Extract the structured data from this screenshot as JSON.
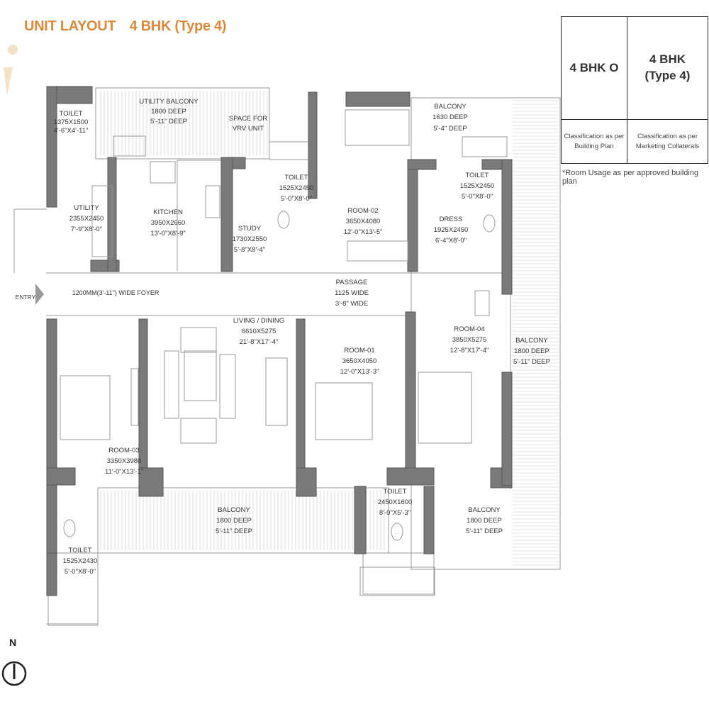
{
  "title": {
    "part1": "UNIT LAYOUT",
    "part2": "4 BHK (Type 4)"
  },
  "classification": {
    "col1_head": "4 BHK O",
    "col2_head": "4 BHK\n(Type 4)",
    "col1_sub": "Classification as per\nBuilding Plan",
    "col2_sub": "Classification as per\nMarketing Collaterals",
    "note": "*Room Usage as per approved building plan"
  },
  "labels": {
    "toilet1": [
      "TOILET",
      "1375X1500",
      "4'-6\"X4'-11\""
    ],
    "utility_balcony": [
      "UTILITY BALCONY",
      "1800 DEEP",
      "5'-11\" DEEP"
    ],
    "vrv": [
      "SPACE FOR",
      "VRV UNIT"
    ],
    "balcony_top": [
      "BALCONY",
      "1630 DEEP",
      "5'-4\" DEEP"
    ],
    "utility": [
      "UTILITY",
      "2355X2450",
      "7'-9\"X8'-0\""
    ],
    "kitchen": [
      "KITCHEN",
      "3950X2660",
      "13'-0\"X8'-9\""
    ],
    "study": [
      "STUDY",
      "1730X2550",
      "5'-8\"X8'-4\""
    ],
    "toilet2": [
      "TOILET",
      "1525X2450",
      "5'-0\"X8'-0\""
    ],
    "room02": [
      "ROOM-02",
      "3650X4080",
      "12'-0\"X13'-5\""
    ],
    "toilet3": [
      "TOILET",
      "1525X2450",
      "5'-0\"X8'-0\""
    ],
    "dress": [
      "DRESS",
      "1925X2450",
      "6'-4\"X8'-0\""
    ],
    "entry": [
      "ENTRY"
    ],
    "foyer": [
      "1200MM(3'-11\") WIDE FOYER"
    ],
    "passage": [
      "PASSAGE",
      "1125 WIDE",
      "3'-8\" WIDE"
    ],
    "living": [
      "LIVING / DINING",
      "6610X5275",
      "21'-8\"X17'-4\""
    ],
    "room04": [
      "ROOM-04",
      "3850X5275",
      "12'-8\"X17'-4\""
    ],
    "balcony_right": [
      "BALCONY",
      "1800 DEEP",
      "5'-11\" DEEP"
    ],
    "room01": [
      "ROOM-01",
      "3650X4050",
      "12'-0\"X13'-3\""
    ],
    "room03": [
      "ROOM-03",
      "3350X3980",
      "11'-0\"X13'-1\""
    ],
    "toilet4": [
      "TOILET",
      "2450X1600",
      "8'-0\"X5'-3\""
    ],
    "balcony_bottom": [
      "BALCONY",
      "1800 DEEP",
      "5'-11\" DEEP"
    ],
    "balcony_br": [
      "BALCONY",
      "1800 DEEP",
      "5'-11\" DEEP"
    ],
    "toilet5": [
      "TOILET",
      "1525X2430",
      "5'-0\"X8'-0\""
    ]
  },
  "compass": {
    "label": "N"
  },
  "colors": {
    "wall": "#7a7a7a",
    "title": "#d98a3c",
    "line": "#888888"
  }
}
